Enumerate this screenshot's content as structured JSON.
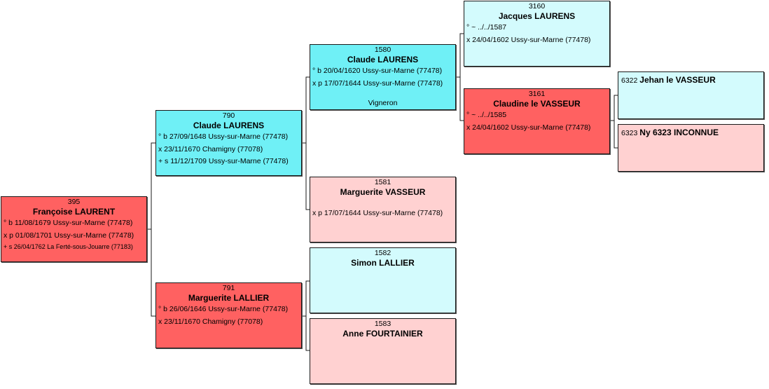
{
  "people": {
    "p395": {
      "num": "395",
      "name": "Françoise LAURENT",
      "events": [
        "° b 11/08/1679 Ussy-sur-Marne (77478)",
        "x p 01/08/1701 Ussy-sur-Marne (77478)",
        "+ s 26/04/1762 La Ferté-sous-Jouarre (77183)"
      ]
    },
    "p790": {
      "num": "790",
      "name": "Claude LAURENS",
      "events": [
        "° b 27/09/1648 Ussy-sur-Marne (77478)",
        "x 23/11/1670 Chamigny (77078)",
        "+ s 11/12/1709 Ussy-sur-Marne (77478)"
      ]
    },
    "p791": {
      "num": "791",
      "name": "Marguerite LALLIER",
      "events": [
        "° b 26/06/1646 Ussy-sur-Marne (77478)",
        "x 23/11/1670 Chamigny (77078)"
      ]
    },
    "p1580": {
      "num": "1580",
      "name": "Claude LAURENS",
      "events": [
        "° b 20/04/1620 Ussy-sur-Marne (77478)",
        "x p 17/07/1644 Ussy-sur-Marne (77478)"
      ],
      "occupation": "Vigneron"
    },
    "p1581": {
      "num": "1581",
      "name": "Marguerite VASSEUR",
      "events": [
        "x p 17/07/1644 Ussy-sur-Marne (77478)"
      ]
    },
    "p1582": {
      "num": "1582",
      "name": "Simon LALLIER"
    },
    "p1583": {
      "num": "1583",
      "name": "Anne FOURTAINIER"
    },
    "p3160": {
      "num": "3160",
      "name": "Jacques LAURENS",
      "events": [
        "° ~ ../../1587",
        "x 24/04/1602 Ussy-sur-Marne (77478)"
      ]
    },
    "p3161": {
      "num": "3161",
      "name": "Claudine le VASSEUR",
      "events": [
        "° ~ ../../1585",
        "x 24/04/1602 Ussy-sur-Marne (77478)"
      ]
    },
    "p6322": {
      "num": "6322",
      "name": "Jehan le VASSEUR"
    },
    "p6323": {
      "num": "6323",
      "name": "Ny 6323 INCONNUE"
    }
  },
  "colors": {
    "male_strong": "#6ff0f6",
    "male_light": "#d3fbfd",
    "female_strong": "#ff6161",
    "female_light": "#ffd1d1",
    "connector": "#1a1a1a"
  }
}
